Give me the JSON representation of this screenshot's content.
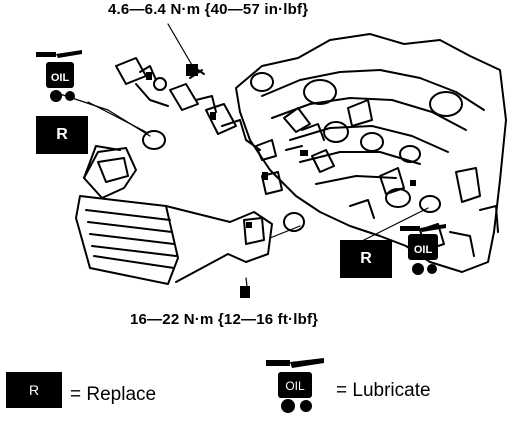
{
  "callouts": {
    "torque_upper": "4.6—6.4 N·m {40—57 in·lbf}",
    "torque_lower": "16—22 N·m {12—16 ft·lbf}"
  },
  "markers": {
    "replace_letter": "R",
    "oil_text": "OIL"
  },
  "legend": {
    "replace_text": "= Replace",
    "lubricate_text": "= Lubricate"
  },
  "icons": [
    "oil-can-icon",
    "replace-box-icon"
  ]
}
